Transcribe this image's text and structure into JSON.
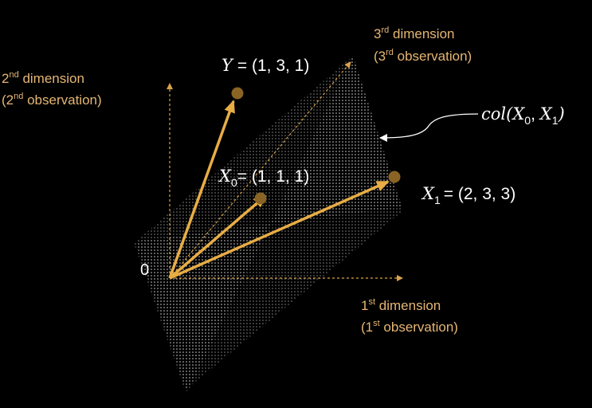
{
  "colors": {
    "background": "#000000",
    "axis": "#d9a24a",
    "axis_label": "#e6b673",
    "vector": "#e8ad45",
    "point": "#8a6424",
    "plane_dots": "#ffffff",
    "text": "#ffffff"
  },
  "axes": {
    "x": {
      "line1": "dimension",
      "line2_pre": "(1",
      "line2_post": " observation)",
      "sup": "st"
    },
    "y": {
      "line1": "dimension",
      "line2_pre": "(2",
      "line2_post": " observation)",
      "sup": "nd"
    },
    "z": {
      "line1": "dimension",
      "line2_pre": "(3",
      "line2_post": " observation)",
      "sup": "rd"
    }
  },
  "axis_numbers": {
    "x": "1",
    "y": "2",
    "z": "3"
  },
  "origin_label": "0",
  "vectors": {
    "Y": {
      "symbol": "Y",
      "sub": "",
      "value": "= (1, 3, 1)"
    },
    "X0": {
      "symbol": "X",
      "sub": "0",
      "value": "= (1, 1, 1)"
    },
    "X1": {
      "symbol": "X",
      "sub": "1",
      "value": "= (2, 3, 3)"
    }
  },
  "plane_label": {
    "func": "col",
    "open": "(",
    "a_sym": "X",
    "a_sub": "0",
    "comma": ", ",
    "b_sym": "X",
    "b_sub": "1",
    "close": ")"
  }
}
